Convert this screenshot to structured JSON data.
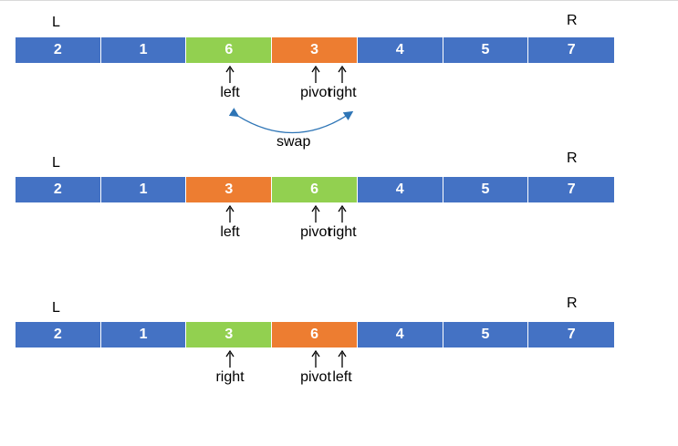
{
  "colors": {
    "default_cell": "#4472C4",
    "green_cell": "#92D050",
    "orange_cell": "#ED7D31",
    "swap_arrow": "#2E75B6"
  },
  "rows": [
    {
      "L": "L",
      "R": "R",
      "cells": [
        {
          "value": "2",
          "color": "default"
        },
        {
          "value": "1",
          "color": "default"
        },
        {
          "value": "6",
          "color": "green"
        },
        {
          "value": "3",
          "color": "orange"
        },
        {
          "value": "4",
          "color": "default"
        },
        {
          "value": "5",
          "color": "default"
        },
        {
          "value": "7",
          "color": "default"
        }
      ],
      "pointers": [
        {
          "label": "left",
          "cell": 2
        },
        {
          "label": "pivot",
          "cell": 3
        },
        {
          "label": "right",
          "cell": 3.5
        }
      ]
    },
    {
      "L": "L",
      "R": "R",
      "cells": [
        {
          "value": "2",
          "color": "default"
        },
        {
          "value": "1",
          "color": "default"
        },
        {
          "value": "3",
          "color": "orange"
        },
        {
          "value": "6",
          "color": "green"
        },
        {
          "value": "4",
          "color": "default"
        },
        {
          "value": "5",
          "color": "default"
        },
        {
          "value": "7",
          "color": "default"
        }
      ],
      "pointers": [
        {
          "label": "left",
          "cell": 2
        },
        {
          "label": "pivot",
          "cell": 3
        },
        {
          "label": "right",
          "cell": 3.5
        }
      ]
    },
    {
      "L": "L",
      "R": "R",
      "cells": [
        {
          "value": "2",
          "color": "default"
        },
        {
          "value": "1",
          "color": "default"
        },
        {
          "value": "3",
          "color": "green"
        },
        {
          "value": "6",
          "color": "orange"
        },
        {
          "value": "4",
          "color": "default"
        },
        {
          "value": "5",
          "color": "default"
        },
        {
          "value": "7",
          "color": "default"
        }
      ],
      "pointers": [
        {
          "label": "right",
          "cell": 2
        },
        {
          "label": "pivot",
          "cell": 3
        },
        {
          "label": "left",
          "cell": 3.5
        }
      ]
    }
  ],
  "swap_label": "swap"
}
